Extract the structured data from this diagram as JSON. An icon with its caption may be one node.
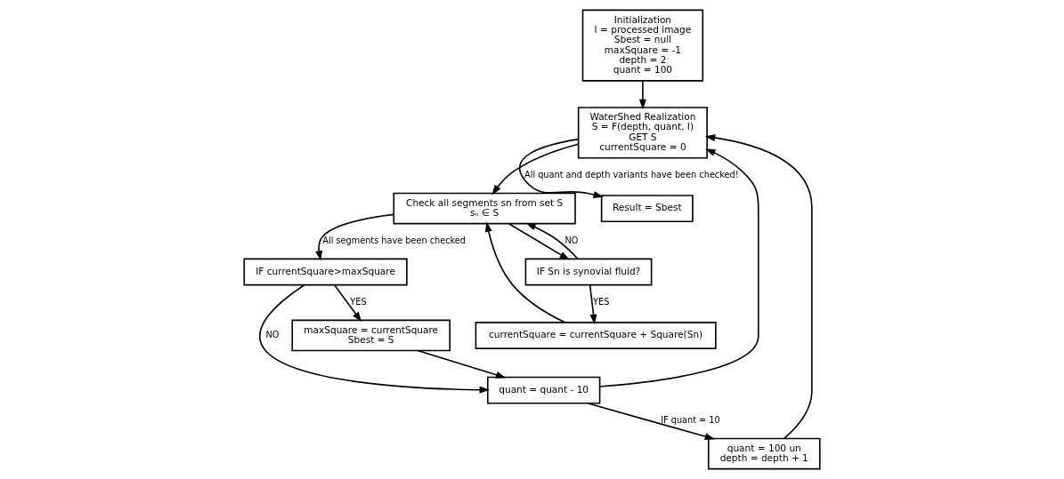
{
  "diagram": {
    "nodes": [
      {
        "text": [
          "Initialization",
          "I = processed image",
          "Sbest = null",
          "maxSquare = -1",
          "depth = 2",
          "quant = 100"
        ]
      },
      {
        "text": [
          "WaterShed Realization",
          "S = F(depth, quant, I)",
          "GET S",
          "currentSquare = 0"
        ]
      },
      {
        "text": [
          "Check all segments sn from set S",
          "sₙ ∈ S"
        ]
      },
      {
        "text": [
          "IF Sn is synovial fluid?"
        ]
      },
      {
        "text": [
          "currentSquare = currentSquare + Square(Sn)"
        ]
      },
      {
        "text": [
          "IF currentSquare>maxSquare"
        ]
      },
      {
        "text": [
          "maxSquare = currentSquare",
          "Sbest = S"
        ]
      },
      {
        "text": [
          "quant = quant - 10"
        ]
      },
      {
        "text": [
          "quant = 100 un",
          "depth = depth + 1"
        ]
      },
      {
        "text": [
          "Result = Sbest"
        ]
      }
    ],
    "edges": [
      {
        "from": 0,
        "to": 1,
        "arrow": "to"
      },
      {
        "from": 1,
        "to": 2,
        "arrow": "to"
      },
      {
        "from": 2,
        "to": 3,
        "arrow": "to"
      },
      {
        "from": 3,
        "to": 4,
        "arrow": "to",
        "label": "YES"
      },
      {
        "from": 4,
        "to": 2,
        "arrow": "to"
      },
      {
        "from": 3,
        "to": 2,
        "arrow": "to",
        "label": "NO"
      },
      {
        "from": 2,
        "to": 5,
        "arrow": "to",
        "label": "All segments have been checked"
      },
      {
        "from": 5,
        "to": 6,
        "arrow": "to",
        "label": "YES"
      },
      {
        "from": 5,
        "to": 7,
        "arrow": "to",
        "label": "NO"
      },
      {
        "from": 6,
        "to": 7,
        "arrow": "to"
      },
      {
        "from": 7,
        "to": 8,
        "arrow": "to",
        "label": "IF quant = 10"
      },
      {
        "from": 7,
        "to": 1,
        "arrow": "to"
      },
      {
        "from": 8,
        "to": 1,
        "arrow": "to"
      },
      {
        "from": 1,
        "to": 9,
        "arrow": "to",
        "label": "All quant and depth variants have been checked!"
      }
    ]
  }
}
